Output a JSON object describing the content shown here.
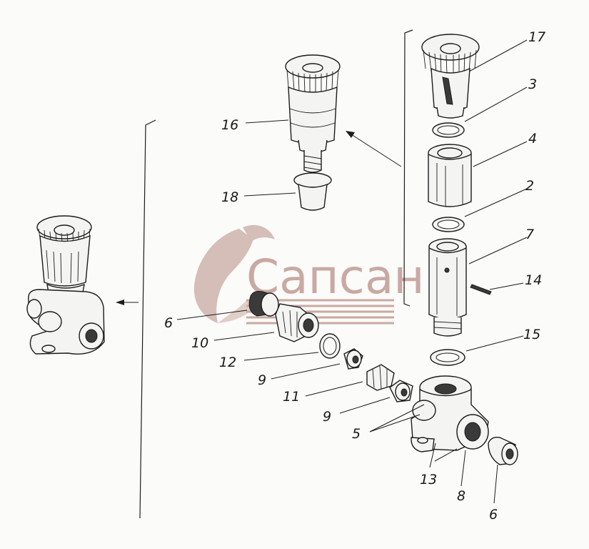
{
  "watermark": {
    "text": "Сапсан",
    "color": "#c9a9a3"
  },
  "callouts": {
    "c17": "17",
    "c3": "3",
    "c4": "4",
    "c2": "2",
    "c7": "7",
    "c14": "14",
    "c15": "15",
    "c16": "16",
    "c18": "18",
    "c6a": "6",
    "c10": "10",
    "c12": "12",
    "c9a": "9",
    "c11": "11",
    "c9b": "9",
    "c5": "5",
    "c13": "13",
    "c8": "8",
    "c6b": "6"
  }
}
